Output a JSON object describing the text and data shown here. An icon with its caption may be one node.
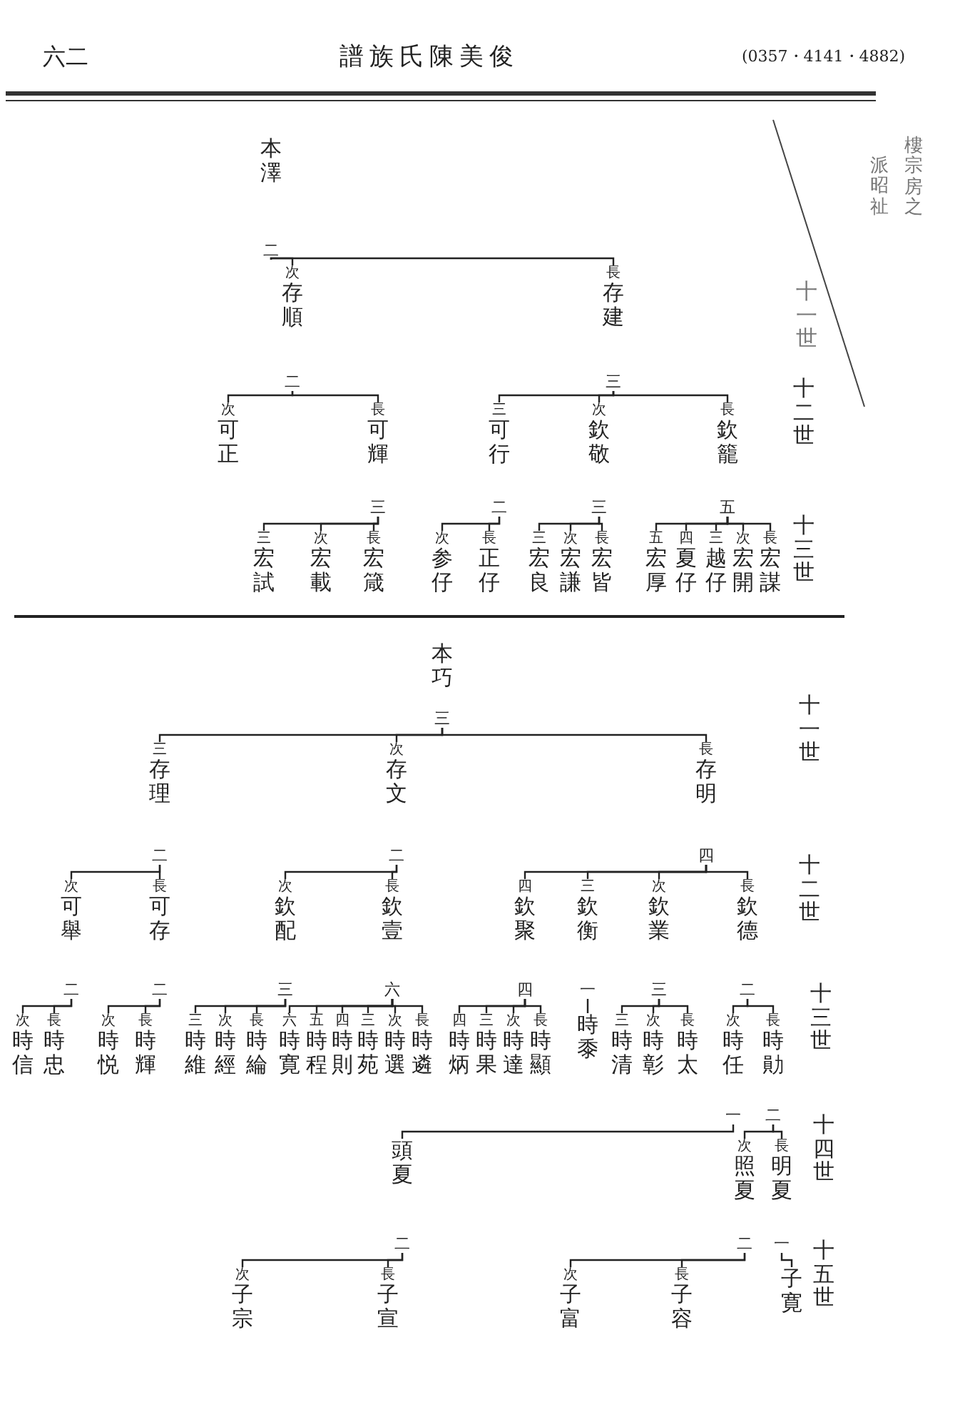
{
  "diagram": {
    "nodes": [
      {
        "text": [
          "本澤",
          "二"
        ]
      },
      {
        "text": [
          "次",
          "存順",
          "二"
        ]
      },
      {
        "text": [
          "次",
          "可正"
        ]
      },
      {
        "text": [
          "長",
          "可輝",
          "三"
        ]
      },
      {
        "text": [
          "三",
          "宏試"
        ]
      },
      {
        "text": [
          "次",
          "宏載"
        ]
      },
      {
        "text": [
          "長",
          "宏箴"
        ]
      },
      {
        "text": [
          "長",
          "存建",
          "三"
        ]
      },
      {
        "text": [
          "三",
          "可行",
          "二"
        ]
      },
      {
        "text": [
          "次",
          "参仔"
        ]
      },
      {
        "text": [
          "長",
          "正仔"
        ]
      },
      {
        "text": [
          "次",
          "欽敬",
          "三"
        ]
      },
      {
        "text": [
          "三",
          "宏良"
        ]
      },
      {
        "text": [
          "次",
          "宏謙"
        ]
      },
      {
        "text": [
          "長",
          "宏皆"
        ]
      },
      {
        "text": [
          "長",
          "欽籠",
          "五"
        ]
      },
      {
        "text": [
          "五",
          "宏厚"
        ]
      },
      {
        "text": [
          "四",
          "夏仔"
        ]
      },
      {
        "text": [
          "三",
          "越仔"
        ]
      },
      {
        "text": [
          "次",
          "宏開"
        ]
      },
      {
        "text": [
          "長",
          "宏謀"
        ]
      },
      {
        "text": [
          "本巧",
          "三"
        ]
      },
      {
        "text": [
          "三",
          "存理",
          "二"
        ]
      },
      {
        "text": [
          "次",
          "可舉",
          "二"
        ]
      },
      {
        "text": [
          "次",
          "時信"
        ]
      },
      {
        "text": [
          "長",
          "時忠"
        ]
      },
      {
        "text": [
          "長",
          "可存",
          "二"
        ]
      },
      {
        "text": [
          "次",
          "時悦"
        ]
      },
      {
        "text": [
          "長",
          "時輝"
        ]
      },
      {
        "text": [
          "次",
          "存文",
          "二"
        ]
      },
      {
        "text": [
          "次",
          "欽配",
          "三"
        ]
      },
      {
        "text": [
          "三",
          "時維"
        ]
      },
      {
        "text": [
          "次",
          "時經"
        ]
      },
      {
        "text": [
          "長",
          "時綸"
        ]
      },
      {
        "text": [
          "長",
          "欽壹",
          "六"
        ]
      },
      {
        "text": [
          "六",
          "時寛"
        ]
      },
      {
        "text": [
          "五",
          "時程"
        ]
      },
      {
        "text": [
          "四",
          "時則"
        ]
      },
      {
        "text": [
          "三",
          "時苑"
        ]
      },
      {
        "text": [
          "次",
          "時選"
        ]
      },
      {
        "text": [
          "長",
          "時遴"
        ]
      },
      {
        "text": [
          "長",
          "存明",
          "四"
        ]
      },
      {
        "text": [
          "四",
          "欽聚",
          "四"
        ]
      },
      {
        "text": [
          "四",
          "時炳"
        ]
      },
      {
        "text": [
          "三",
          "時果"
        ]
      },
      {
        "text": [
          "次",
          "時達"
        ]
      },
      {
        "text": [
          "長",
          "時顯"
        ]
      },
      {
        "text": [
          "三",
          "欽衡",
          "一"
        ]
      },
      {
        "text": [
          "時黍"
        ]
      },
      {
        "text": [
          "次",
          "欽業",
          "三"
        ]
      },
      {
        "text": [
          "三",
          "時清"
        ]
      },
      {
        "text": [
          "次",
          "時彰"
        ]
      },
      {
        "text": [
          "長",
          "時太"
        ]
      },
      {
        "text": [
          "長",
          "欽德",
          "二"
        ]
      },
      {
        "text": [
          "次",
          "時任",
          "一"
        ]
      },
      {
        "text": [
          "頭夏",
          "二"
        ]
      },
      {
        "text": [
          "次",
          "子宗"
        ]
      },
      {
        "text": [
          "長",
          "子宣"
        ]
      },
      {
        "text": [
          "長",
          "時勛",
          "二"
        ]
      },
      {
        "text": [
          "次",
          "照夏",
          "二"
        ]
      },
      {
        "text": [
          "次",
          "子富"
        ]
      },
      {
        "text": [
          "長",
          "子容"
        ]
      },
      {
        "text": [
          "長",
          "明夏",
          "一"
        ]
      },
      {
        "text": [
          "子寛"
        ]
      }
    ],
    "edges": [
      {
        "from": 0,
        "to": 1,
        "arrow": "none"
      },
      {
        "from": 0,
        "to": 7,
        "arrow": "none"
      },
      {
        "from": 1,
        "to": 2,
        "arrow": "none"
      },
      {
        "from": 1,
        "to": 3,
        "arrow": "none"
      },
      {
        "from": 3,
        "to": 4,
        "arrow": "none"
      },
      {
        "from": 3,
        "to": 5,
        "arrow": "none"
      },
      {
        "from": 3,
        "to": 6,
        "arrow": "none"
      },
      {
        "from": 7,
        "to": 8,
        "arrow": "none"
      },
      {
        "from": 7,
        "to": 11,
        "arrow": "none"
      },
      {
        "from": 7,
        "to": 15,
        "arrow": "none"
      },
      {
        "from": 8,
        "to": 9,
        "arrow": "none"
      },
      {
        "from": 8,
        "to": 10,
        "arrow": "none"
      },
      {
        "from": 11,
        "to": 12,
        "arrow": "none"
      },
      {
        "from": 11,
        "to": 13,
        "arrow": "none"
      },
      {
        "from": 11,
        "to": 14,
        "arrow": "none"
      },
      {
        "from": 15,
        "to": 16,
        "arrow": "none"
      },
      {
        "from": 15,
        "to": 17,
        "arrow": "none"
      },
      {
        "from": 15,
        "to": 18,
        "arrow": "none"
      },
      {
        "from": 15,
        "to": 19,
        "arrow": "none"
      },
      {
        "from": 15,
        "to": 20,
        "arrow": "none"
      },
      {
        "from": 21,
        "to": 22,
        "arrow": "none"
      },
      {
        "from": 21,
        "to": 29,
        "arrow": "none"
      },
      {
        "from": 21,
        "to": 41,
        "arrow": "none"
      },
      {
        "from": 22,
        "to": 23,
        "arrow": "none"
      },
      {
        "from": 22,
        "to": 26,
        "arrow": "none"
      },
      {
        "from": 23,
        "to": 24,
        "arrow": "none"
      },
      {
        "from": 23,
        "to": 25,
        "arrow": "none"
      },
      {
        "from": 26,
        "to": 27,
        "arrow": "none"
      },
      {
        "from": 26,
        "to": 28,
        "arrow": "none"
      },
      {
        "from": 29,
        "to": 30,
        "arrow": "none"
      },
      {
        "from": 29,
        "to": 34,
        "arrow": "none"
      },
      {
        "from": 30,
        "to": 31,
        "arrow": "none"
      },
      {
        "from": 30,
        "to": 32,
        "arrow": "none"
      },
      {
        "from": 30,
        "to": 33,
        "arrow": "none"
      },
      {
        "from": 34,
        "to": 35,
        "arrow": "none"
      },
      {
        "from": 34,
        "to": 36,
        "arrow": "none"
      },
      {
        "from": 34,
        "to": 37,
        "arrow": "none"
      },
      {
        "from": 34,
        "to": 38,
        "arrow": "none"
      },
      {
        "from": 34,
        "to": 39,
        "arrow": "none"
      },
      {
        "from": 34,
        "to": 40,
        "arrow": "none"
      },
      {
        "from": 41,
        "to": 42,
        "arrow": "none"
      },
      {
        "from": 41,
        "to": 47,
        "arrow": "none"
      },
      {
        "from": 41,
        "to": 49,
        "arrow": "none"
      },
      {
        "from": 41,
        "to": 53,
        "arrow": "none"
      },
      {
        "from": 42,
        "to": 43,
        "arrow": "none"
      },
      {
        "from": 42,
        "to": 44,
        "arrow": "none"
      },
      {
        "from": 42,
        "to": 45,
        "arrow": "none"
      },
      {
        "from": 42,
        "to": 46,
        "arrow": "none"
      },
      {
        "from": 47,
        "to": 48,
        "arrow": "none"
      },
      {
        "from": 49,
        "to": 50,
        "arrow": "none"
      },
      {
        "from": 49,
        "to": 51,
        "arrow": "none"
      },
      {
        "from": 49,
        "to": 52,
        "arrow": "none"
      },
      {
        "from": 53,
        "to": 54,
        "arrow": "none"
      },
      {
        "from": 53,
        "to": 58,
        "arrow": "none"
      },
      {
        "from": 54,
        "to": 55,
        "arrow": "none"
      },
      {
        "from": 55,
        "to": 56,
        "arrow": "none"
      },
      {
        "from": 55,
        "to": 57,
        "arrow": "none"
      },
      {
        "from": 58,
        "to": 59,
        "arrow": "none"
      },
      {
        "from": 58,
        "to": 62,
        "arrow": "none"
      },
      {
        "from": 59,
        "to": 60,
        "arrow": "none"
      },
      {
        "from": 59,
        "to": 61,
        "arrow": "none"
      },
      {
        "from": 62,
        "to": 63,
        "arrow": "none"
      }
    ],
    "labels": [
      "六二",
      "譜族氏陳美俊",
      "(0357・4141・4882)",
      "樓宗房之",
      "派昭祉",
      "十一世",
      "十二世",
      "十三世",
      "十一世",
      "十二世",
      "十三世",
      "十四世",
      "十五世"
    ]
  }
}
